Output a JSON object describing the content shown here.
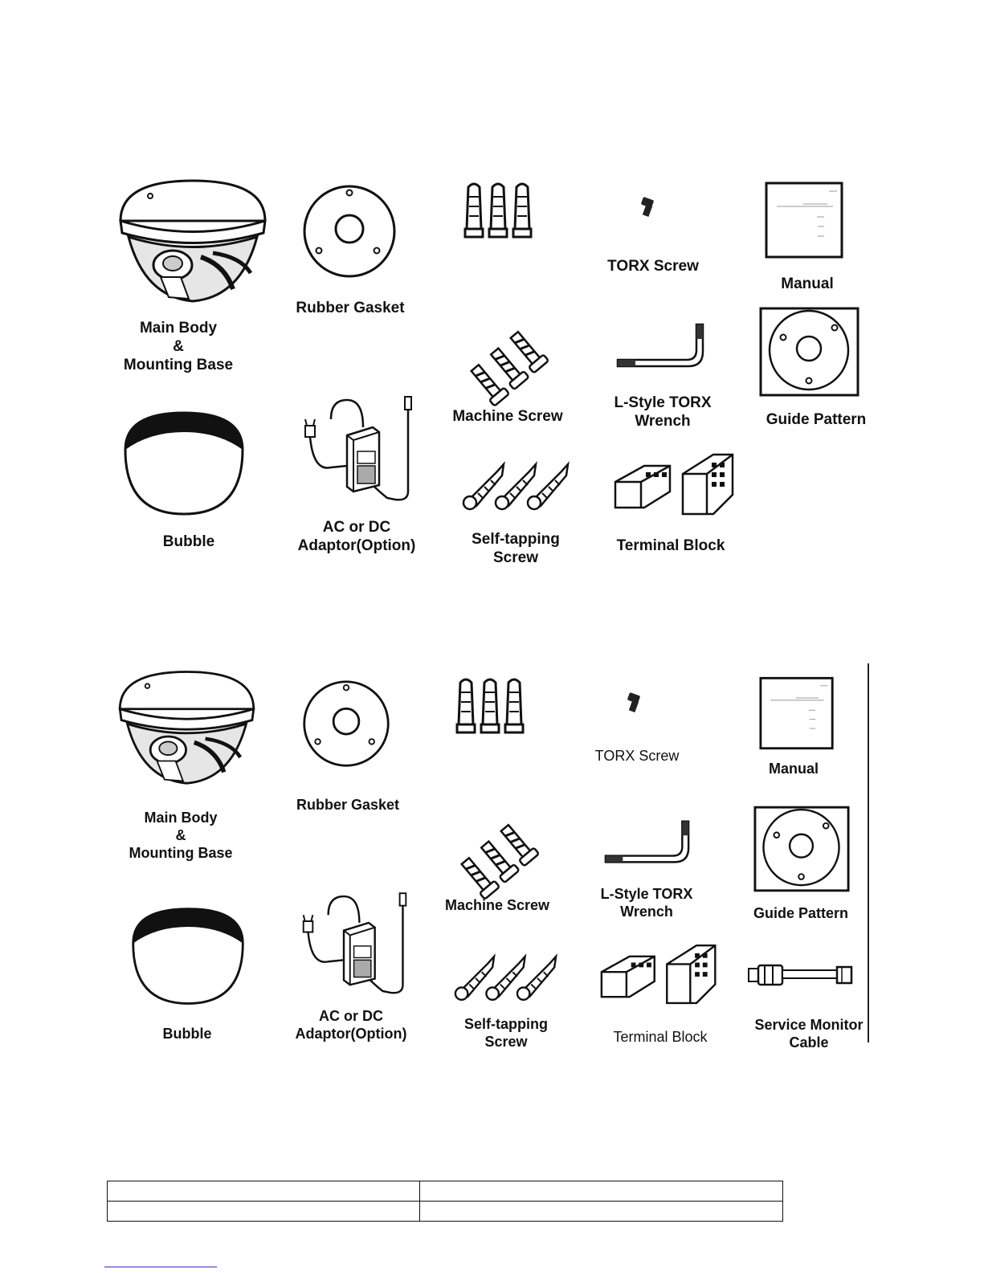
{
  "panel1": {
    "labels": {
      "main_body": [
        "Main Body",
        "&",
        "Mounting Base"
      ],
      "rubber_gasket": [
        "Rubber Gasket"
      ],
      "torx_screw": [
        "TORX Screw"
      ],
      "manual": [
        "Manual"
      ],
      "machine_screw": [
        "Machine Screw"
      ],
      "l_wrench": [
        "L-Style TORX",
        "Wrench"
      ],
      "guide_pattern": [
        "Guide Pattern"
      ],
      "bubble": [
        "Bubble"
      ],
      "adaptor": [
        "AC or DC",
        "Adaptor(Option)"
      ],
      "self_tapping": [
        "Self-tapping",
        "Screw"
      ],
      "terminal_block": [
        "Terminal Block"
      ]
    }
  },
  "panel2": {
    "labels": {
      "main_body": [
        "Main Body",
        "&",
        "Mounting Base"
      ],
      "rubber_gasket": [
        "Rubber Gasket"
      ],
      "torx_screw": [
        "TORX Screw"
      ],
      "manual": [
        "Manual"
      ],
      "machine_screw": [
        "Machine Screw"
      ],
      "l_wrench": [
        "L-Style TORX",
        "Wrench"
      ],
      "guide_pattern": [
        "Guide Pattern"
      ],
      "bubble": [
        "Bubble"
      ],
      "adaptor": [
        "AC or DC",
        "Adaptor(Option)"
      ],
      "self_tapping": [
        "Self-tapping",
        "Screw"
      ],
      "terminal_block": [
        "Terminal Block"
      ],
      "service_cable": [
        "Service Monitor",
        "Cable"
      ]
    }
  },
  "footer_table": {
    "rows": [
      [
        "",
        ""
      ],
      [
        "",
        ""
      ]
    ]
  },
  "colors": {
    "line": "#111111",
    "footer_link": "#2a2ad0"
  }
}
